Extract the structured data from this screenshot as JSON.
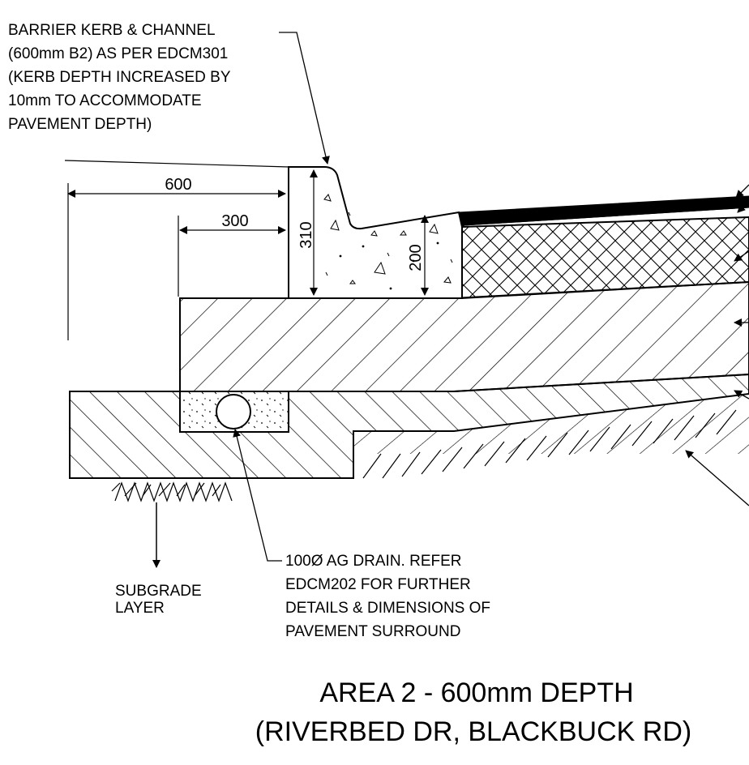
{
  "notes": {
    "kerb": [
      "BARRIER KERB & CHANNEL",
      "(600mm B2) AS PER EDCM301",
      "(KERB DEPTH INCREASED BY",
      "10mm TO ACCOMMODATE",
      "PAVEMENT DEPTH)"
    ],
    "drain": [
      "100Ø AG DRAIN. REFER",
      "EDCM202 FOR FURTHER",
      "DETAILS & DIMENSIONS OF",
      "PAVEMENT SURROUND"
    ],
    "subgrade": [
      "SUBGRADE",
      "LAYER"
    ]
  },
  "dimensions": {
    "d600": "600",
    "d300": "300",
    "d310": "310",
    "d200": "200"
  },
  "title": {
    "line1": "AREA 2 - 600mm DEPTH",
    "line2": "(RIVERBED DR, BLACKBUCK RD)"
  },
  "colors": {
    "ink": "#000000",
    "paper": "#ffffff"
  }
}
